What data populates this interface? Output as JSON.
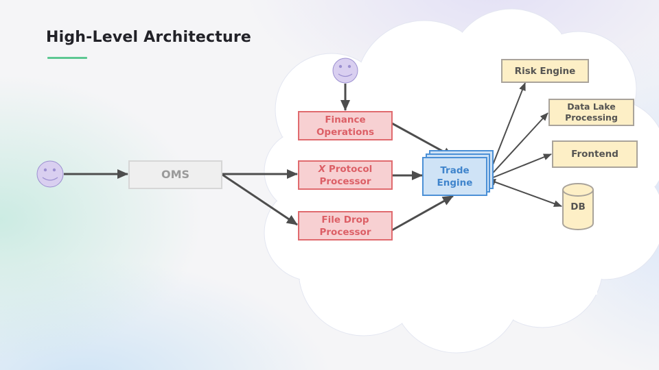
{
  "slide": {
    "title": "High-Level Architecture",
    "accent_color": "#5dc792"
  },
  "actors": [
    {
      "id": "external-user",
      "icon": "smiley-face-icon"
    },
    {
      "id": "finance-user",
      "icon": "smiley-face-icon"
    }
  ],
  "nodes": {
    "oms": {
      "label": "OMS"
    },
    "finance_ops": {
      "line1": "Finance",
      "line2": "Operations"
    },
    "x_protocol": {
      "prefix": "X",
      "line1_rest": " Protocol",
      "line2": "Processor"
    },
    "file_drop": {
      "line1": "File Drop",
      "line2": "Processor"
    },
    "trade_engine": {
      "line1": "Trade",
      "line2": "Engine"
    },
    "risk_engine": {
      "label": "Risk Engine"
    },
    "data_lake": {
      "line1": "Data Lake",
      "line2": "Processing"
    },
    "frontend": {
      "label": "Frontend"
    },
    "db": {
      "label": "DB"
    }
  },
  "edges": [
    {
      "from": "external-user",
      "to": "oms"
    },
    {
      "from": "oms",
      "to": "x_protocol"
    },
    {
      "from": "oms",
      "to": "file_drop"
    },
    {
      "from": "finance-user",
      "to": "finance_ops"
    },
    {
      "from": "finance_ops",
      "to": "trade_engine"
    },
    {
      "from": "x_protocol",
      "to": "trade_engine"
    },
    {
      "from": "file_drop",
      "to": "trade_engine"
    },
    {
      "from": "trade_engine",
      "to": "risk_engine"
    },
    {
      "from": "trade_engine",
      "to": "data_lake"
    },
    {
      "from": "trade_engine",
      "to": "frontend"
    },
    {
      "from": "trade_engine",
      "to": "db",
      "bidirectional": true
    }
  ],
  "colors": {
    "external_box": "#d6d6d6",
    "ingest_box": "#e06a6e",
    "core_box": "#4b90d6",
    "consumer_box": "#a9a39a",
    "actor": "#cdc3ec",
    "arrow": "#4d4d4d"
  }
}
